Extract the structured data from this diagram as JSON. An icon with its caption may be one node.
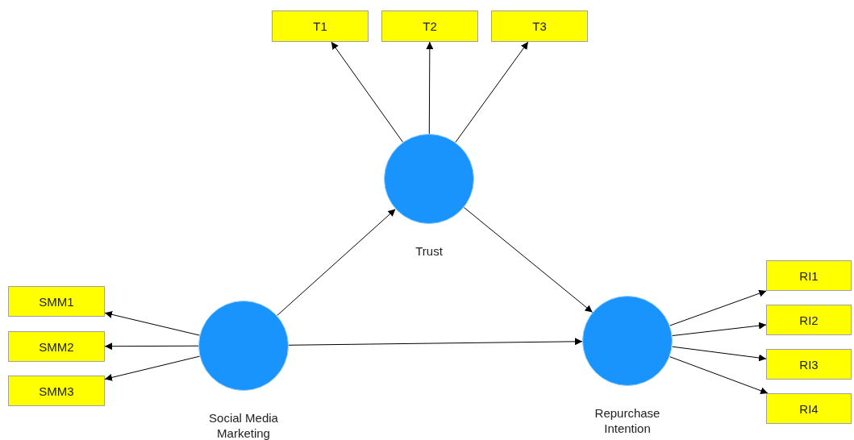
{
  "diagram": {
    "nodes": [
      {
        "text": [
          "T1"
        ]
      },
      {
        "text": [
          "T2"
        ]
      },
      {
        "text": [
          "T3"
        ]
      },
      {
        "text": [
          "Trust"
        ]
      },
      {
        "text": [
          "SMM1"
        ]
      },
      {
        "text": [
          "SMM2"
        ]
      },
      {
        "text": [
          "SMM3"
        ]
      },
      {
        "text": [
          "Social Media Marketing"
        ]
      },
      {
        "text": [
          "Repurchase Intention"
        ]
      },
      {
        "text": [
          "RI1"
        ]
      },
      {
        "text": [
          "RI2"
        ]
      },
      {
        "text": [
          "RI3"
        ]
      },
      {
        "text": [
          "RI4"
        ]
      }
    ],
    "edges": [
      {
        "from": 3,
        "to": 0,
        "arrow": "to"
      },
      {
        "from": 3,
        "to": 1,
        "arrow": "to"
      },
      {
        "from": 3,
        "to": 2,
        "arrow": "to"
      },
      {
        "from": 7,
        "to": 4,
        "arrow": "to"
      },
      {
        "from": 7,
        "to": 5,
        "arrow": "to"
      },
      {
        "from": 7,
        "to": 6,
        "arrow": "to"
      },
      {
        "from": 7,
        "to": 3,
        "arrow": "to"
      },
      {
        "from": 3,
        "to": 8,
        "arrow": "to"
      },
      {
        "from": 7,
        "to": 8,
        "arrow": "to"
      },
      {
        "from": 8,
        "to": 9,
        "arrow": "to"
      },
      {
        "from": 8,
        "to": 10,
        "arrow": "to"
      },
      {
        "from": 8,
        "to": 11,
        "arrow": "to"
      },
      {
        "from": 8,
        "to": 12,
        "arrow": "to"
      }
    ]
  }
}
